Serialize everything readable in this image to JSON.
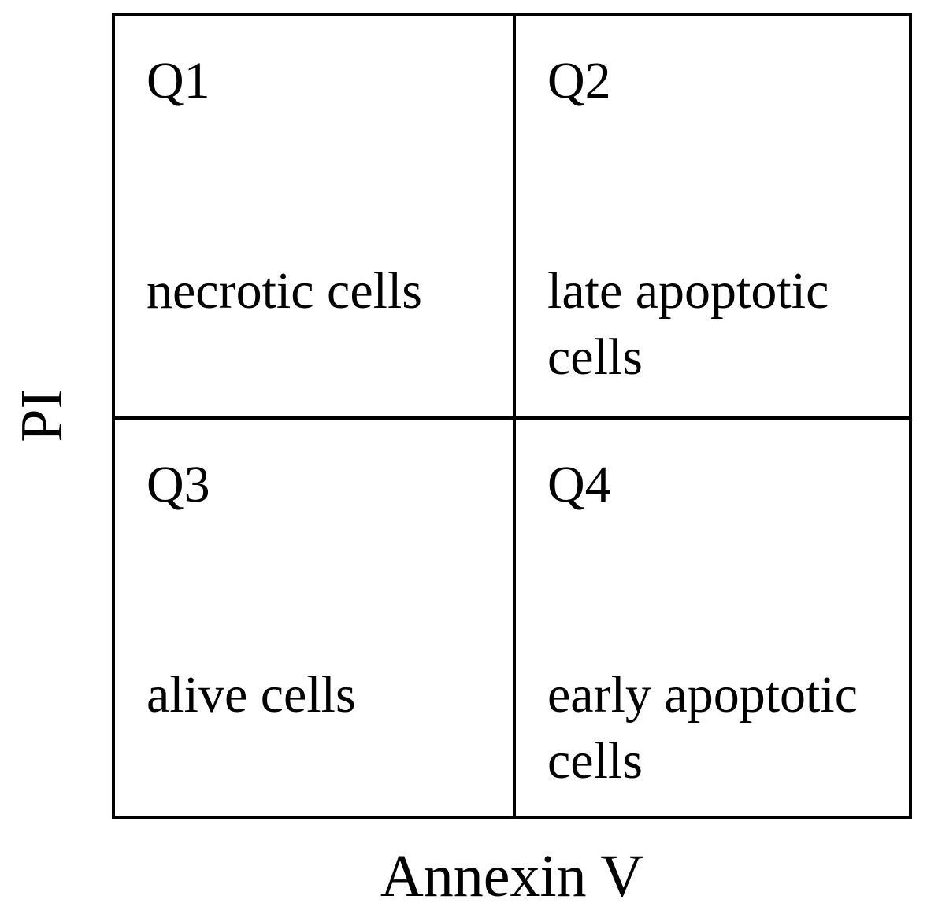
{
  "axes": {
    "x_label": "Annexin V",
    "y_label": "PI"
  },
  "quadrants": [
    {
      "id": "Q1",
      "label": "necrotic cells"
    },
    {
      "id": "Q2",
      "label": "late apoptotic cells"
    },
    {
      "id": "Q3",
      "label": "alive cells"
    },
    {
      "id": "Q4",
      "label": "early apoptotic cells"
    }
  ],
  "colors": {
    "line": "#000000",
    "background": "#ffffff",
    "text": "#000000"
  }
}
